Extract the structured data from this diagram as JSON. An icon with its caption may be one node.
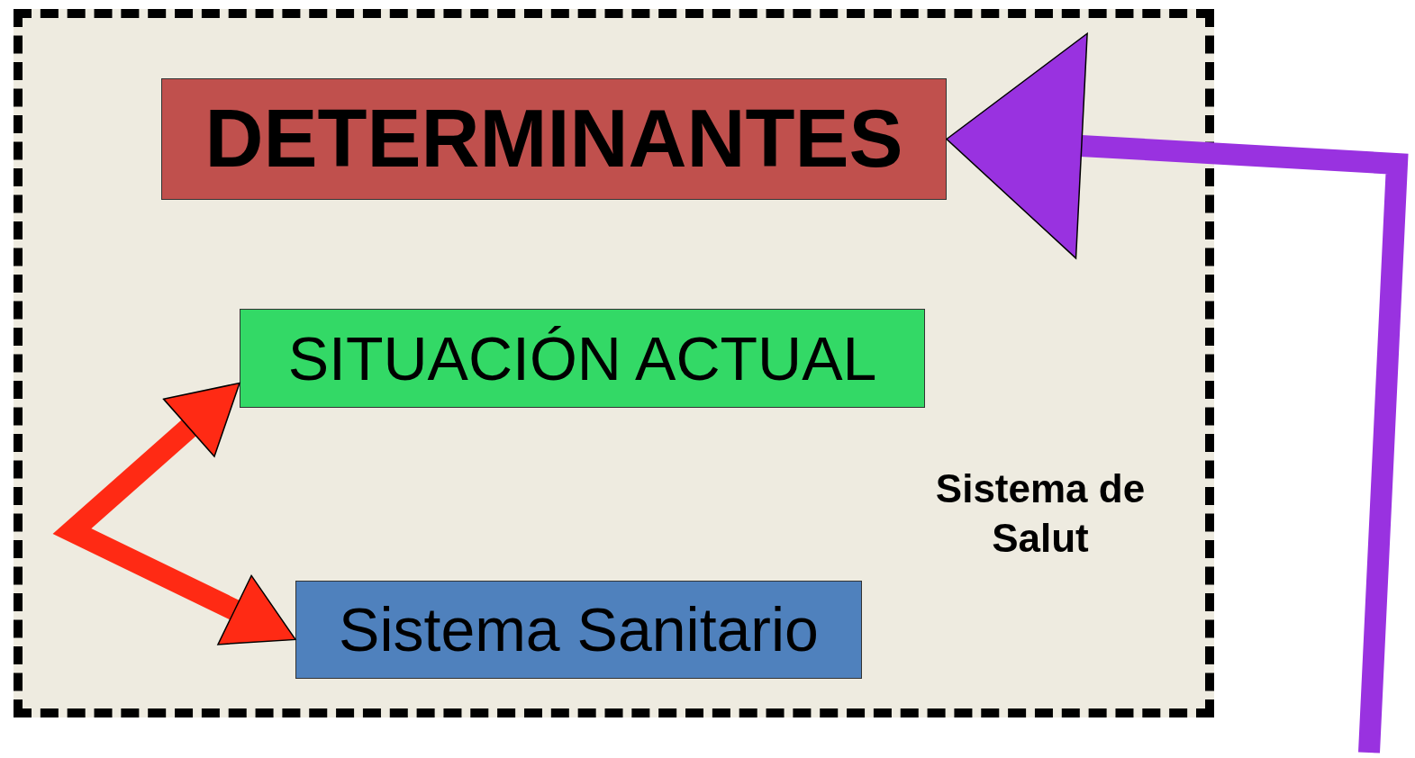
{
  "diagram": {
    "nodes": [
      {
        "text": [
          "Sistema de Salut"
        ]
      },
      {
        "text": [
          "DETERMINANTES"
        ],
        "in": 0
      },
      {
        "text": [
          "SITUACIÓN ACTUAL"
        ],
        "in": 0
      },
      {
        "text": [
          "Sistema Sanitario"
        ],
        "in": 0
      }
    ],
    "edges": [
      {
        "from": 2,
        "to": 3,
        "arrow": "both",
        "color": "#ff2a14"
      },
      {
        "from": null,
        "to": 1,
        "arrow": "to",
        "color": "#9932e0"
      }
    ]
  }
}
